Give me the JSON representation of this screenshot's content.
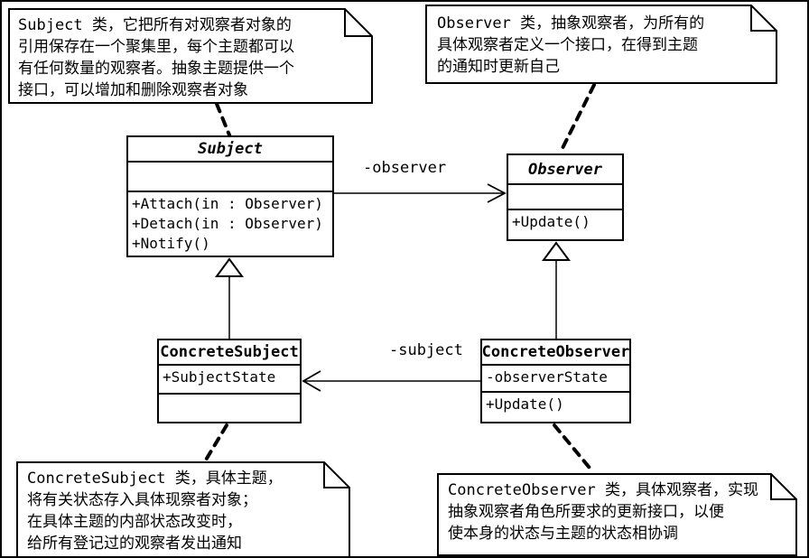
{
  "notes": {
    "subject": {
      "lines": [
        "Subject 类，它把所有对观察者对象的",
        "引用保存在一个聚集里，每个主题都可以",
        "有任何数量的观察者。抽象主题提供一个",
        "接口，可以增加和删除观察者对象"
      ]
    },
    "observer": {
      "lines": [
        "Observer 类，抽象观察者，为所有的",
        "具体观察者定义一个接口，在得到主题",
        "的通知时更新自己"
      ]
    },
    "concrete_subject": {
      "lines": [
        "ConcreteSubject 类，具体主题，",
        "将有关状态存入具体现察者对象；",
        "在具体主题的内部状态改变时，",
        "给所有登记过的观察者发出通知"
      ]
    },
    "concrete_observer": {
      "lines": [
        "ConcreteObserver 类，具体观察者，实现",
        "抽象观察者角色所要求的更新接口，以便",
        "使本身的状态与主题的状态相协调"
      ]
    }
  },
  "classes": {
    "subject": {
      "name": "Subject",
      "methods": [
        "+Attach(in : Observer)",
        "+Detach(in : Observer)",
        "+Notify()"
      ]
    },
    "observer": {
      "name": "Observer",
      "methods": [
        "+Update()"
      ]
    },
    "concrete_subject": {
      "name": "ConcreteSubject",
      "attributes": [
        "+SubjectState"
      ]
    },
    "concrete_observer": {
      "name": "ConcreteObserver",
      "attributes": [
        "-observerState"
      ],
      "methods": [
        "+Update()"
      ]
    }
  },
  "associations": {
    "observer_label": "-observer",
    "subject_label": "-subject"
  },
  "colors": {
    "line": "#000000",
    "background": "#ffffff"
  }
}
